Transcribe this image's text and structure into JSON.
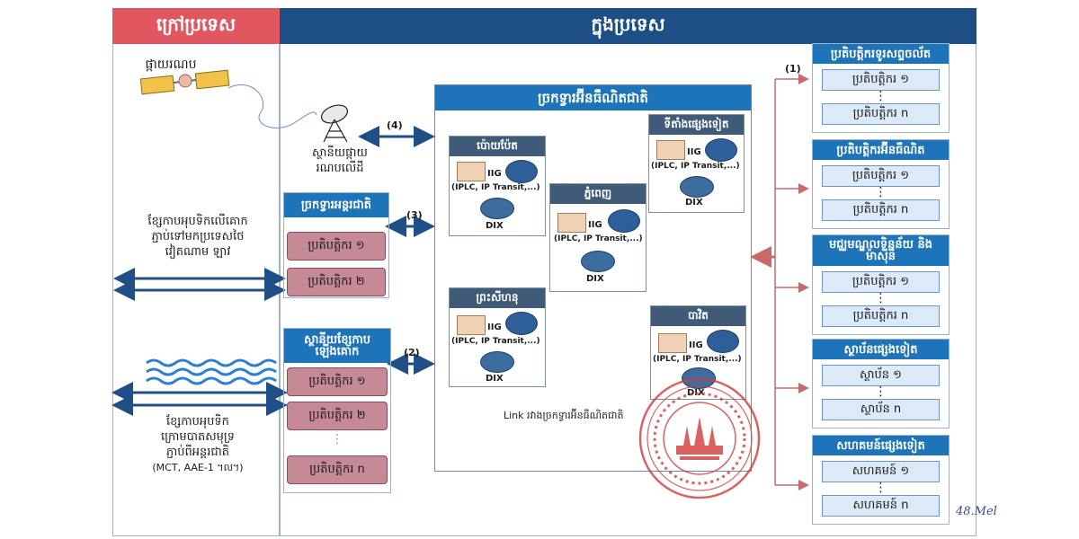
{
  "header": {
    "abroad": "ក្រៅប្រទេស",
    "domestic": "ក្នុងប្រទេស"
  },
  "satellite": {
    "label": "ផ្កាយរណប",
    "station": [
      "ស្ថានីយផ្កាយ",
      "រណបលើដី"
    ]
  },
  "arrow_labels": {
    "one": "(1)",
    "two": "(2)",
    "three": "(3)",
    "four": "(4)"
  },
  "international_gateway": {
    "title": "ច្រកទ្វារអន្តរជាតិ",
    "items": [
      "ប្រតិបត្តិករ ១",
      "ប្រតិបត្តិករ ២"
    ]
  },
  "cable_station": {
    "title": [
      "ស្ថានីយខ្សែកាប",
      "ឡើងគោក"
    ],
    "items": [
      "ប្រតិបត្តិករ ១",
      "ប្រតិបត្តិករ ២",
      "ប្រតិបត្តិករ n"
    ]
  },
  "left_text": {
    "land_cable": [
      "ខ្សែកាបអុបទិកលើគោក",
      "ភ្ជាប់ទៅមកប្រទេសថៃ",
      "វៀតណាម ឡាវ"
    ],
    "submarine_cable": [
      "ខ្សែកាបអុបទិក",
      "ក្រោមបាតសមុទ្រ",
      "ភ្ជាប់ពីអន្តរជាតិ"
    ],
    "submarine_note": "(MCT, AAE-1 ។ល។)"
  },
  "national_gateway": {
    "title": "ច្រកទ្វារអ៊ីនធឺណិតជាតិ",
    "nodes": {
      "poipet": "ប៉ោយប៉ែត",
      "other_border": "ទីតាំងផ្សេងទៀត",
      "phnom_penh": "ភ្នំពេញ",
      "sihanouk": "ព្រះសីហនុ",
      "bavet": "បាវិត"
    },
    "iig": "IIG",
    "iig_sub": "(IPLC, IP Transit,...)",
    "dix": "DIX",
    "link_legend": "Link រវាងច្រកទ្វារអ៊ីនធឺណិតជាតិ"
  },
  "right_groups": [
    {
      "title": "ប្រតិបត្តិករទូរសព្ទចល័ត",
      "top": "ប្រតិបត្តិករ ១",
      "bottom": "ប្រតិបត្តិករ n"
    },
    {
      "title": "ប្រតិបត្តិករអ៊ីនធឺណិត",
      "top": "ប្រតិបត្តិករ ១",
      "bottom": "ប្រតិបត្តិករ n"
    },
    {
      "title": "មជ្ឈមណ្ឌលទិន្នន័យ និងម៉ាស៊ីន",
      "top": "ប្រតិបត្តិករ ១",
      "bottom": "ប្រតិបត្តិករ n"
    },
    {
      "title": "ស្ថាប័នផ្សេងទៀត",
      "top": "ស្ថាប័ន ១",
      "bottom": "ស្ថាប័ន n"
    },
    {
      "title": "សហគមន៍ផ្សេងទៀត",
      "top": "សហគមន៍ ១",
      "bottom": "សហគមន៍ n"
    }
  ],
  "signature": "48.Mel",
  "colors": {
    "abroad_header": "#e1565f",
    "domestic_header": "#1d4e86",
    "section_title": "#1e74b8",
    "operator_red": "#c58a96",
    "cell_blue": "#dce9f6",
    "stamp": "#d33a3a"
  }
}
